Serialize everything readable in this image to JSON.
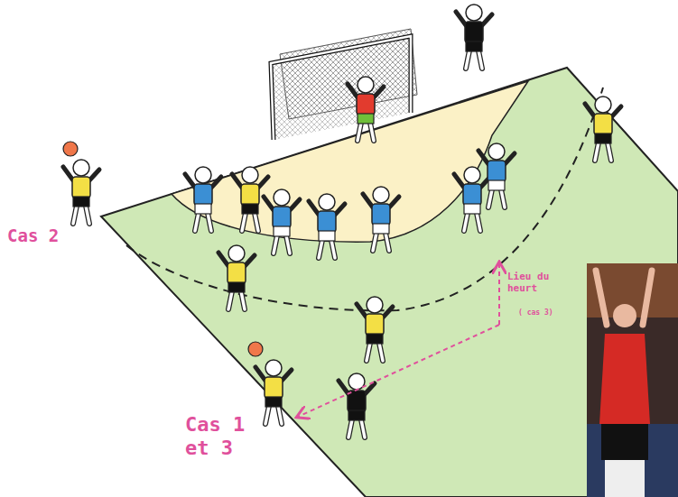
{
  "diagram": {
    "labels": [
      "Cas 2",
      "Cas 1 et 3",
      "Lieu du heurt",
      "( cas 3)"
    ]
  }
}
